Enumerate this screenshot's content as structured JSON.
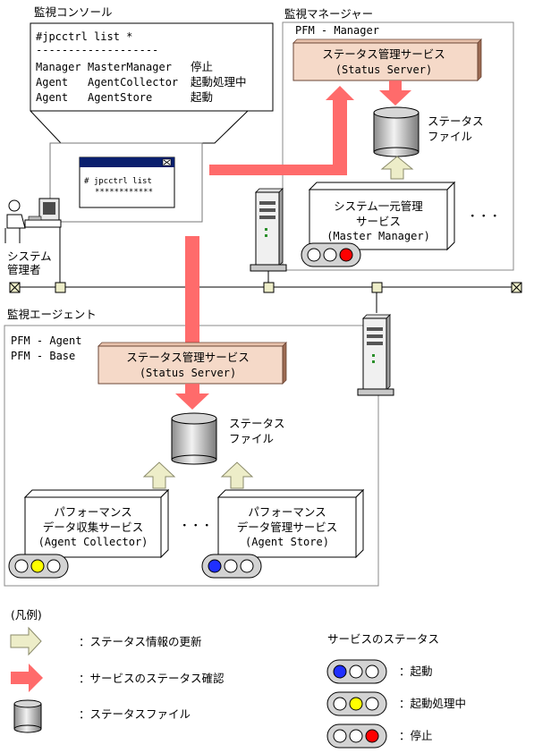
{
  "colors": {
    "update_arrow": "#ededc8",
    "update_arrow_border": "#8a8a6a",
    "check_arrow": "#ff6b6b",
    "service_box": "#f5d9c8",
    "service_box_side": "#9c6a52",
    "lamp_blue": "#1f2fff",
    "lamp_yellow": "#ffff00",
    "lamp_red": "#ff0000",
    "window_title": "#0a1f6e"
  },
  "console": {
    "title": "監視コンソール",
    "command": "#jpcctrl list *",
    "separator": "-------------------",
    "rows": [
      {
        "type": "Manager",
        "name": "MasterManager",
        "status": "停止"
      },
      {
        "type": "Agent",
        "name": "AgentCollector",
        "status": "起動処理中"
      },
      {
        "type": "Agent",
        "name": "AgentStore",
        "status": "起動"
      }
    ],
    "mini_window_command": "# jpcctrl list",
    "mini_window_stars": "************"
  },
  "admin": {
    "label_line1": "システム",
    "label_line2": "管理者"
  },
  "manager": {
    "title": "監視マネージャー",
    "product": "PFM - Manager",
    "status_server": {
      "line1": "ステータス管理サービス",
      "line2": "(Status Server)"
    },
    "status_file": {
      "line1": "ステータス",
      "line2": "ファイル"
    },
    "master_manager": {
      "line1": "システム一元管理",
      "line2": "サービス",
      "line3": "(Master Manager)"
    },
    "ellipsis": "・・・"
  },
  "agent": {
    "title": "監視エージェント",
    "product1": "PFM - Agent",
    "product2": "PFM - Base",
    "status_server": {
      "line1": "ステータス管理サービス",
      "line2": "(Status Server)"
    },
    "status_file": {
      "line1": "ステータス",
      "line2": "ファイル"
    },
    "collector": {
      "line1": "パフォーマンス",
      "line2": "データ収集サービス",
      "line3": "(Agent Collector)"
    },
    "store": {
      "line1": "パフォーマンス",
      "line2": "データ管理サービス",
      "line3": "(Agent Store)"
    },
    "ellipsis": "・・・"
  },
  "legend": {
    "title": "(凡例)",
    "update": "：ステータス情報の更新",
    "check": "：サービスのステータス確認",
    "file": "：ステータスファイル",
    "status_title": "サービスのステータス",
    "running": "：起動",
    "starting": "：起動処理中",
    "stopped": "：停止"
  }
}
